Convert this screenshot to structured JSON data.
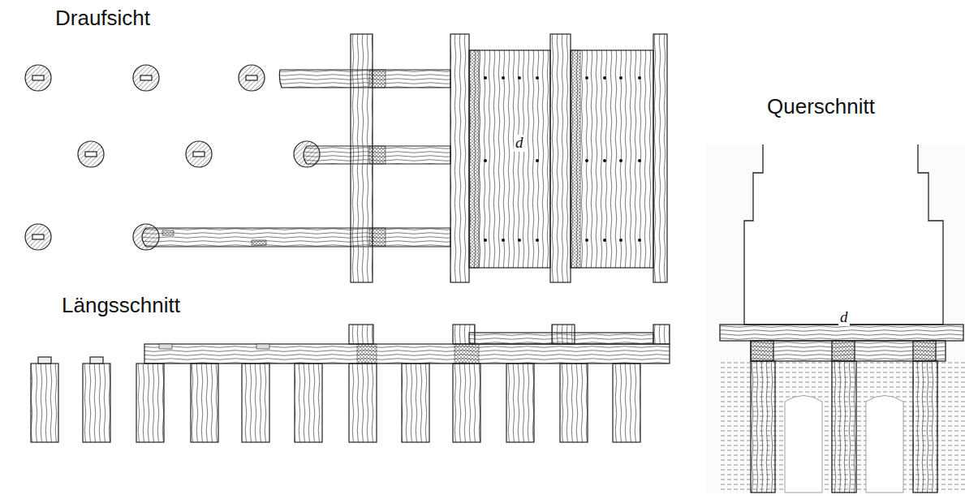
{
  "diagram": {
    "labels": [
      "Draufsicht",
      "d",
      "Längsschnitt",
      "Querschnitt",
      "d"
    ]
  }
}
